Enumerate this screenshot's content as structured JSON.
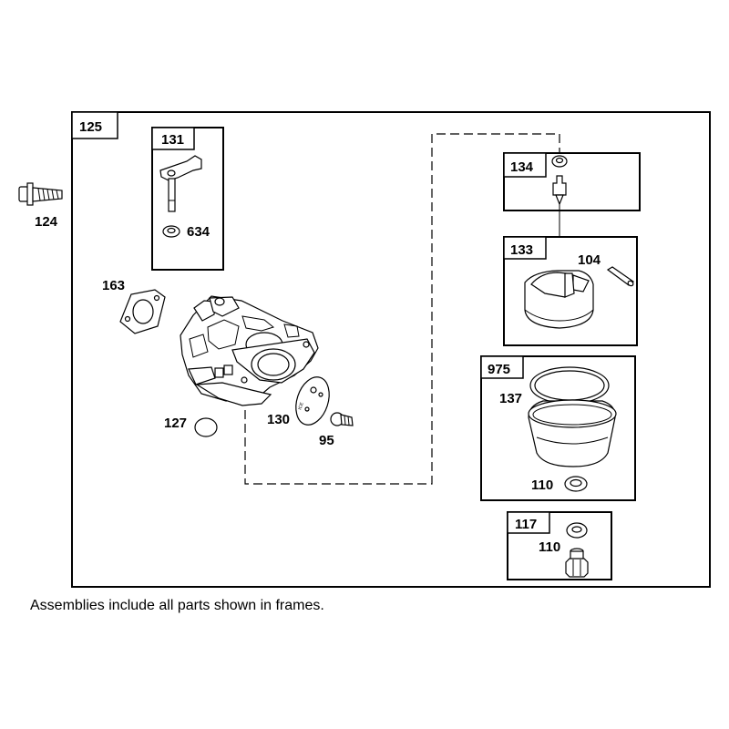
{
  "labels": {
    "main_assembly": "125",
    "bolt": "124",
    "choke_assembly": "131",
    "choke_seal": "634",
    "gasket": "163",
    "plug": "127",
    "throttle_plate": "130",
    "screw": "95",
    "needle_assembly": "134",
    "float_assembly": "133",
    "float_pin": "104",
    "bowl_assembly": "975",
    "bowl_gasket": "137",
    "bowl_washer": "110",
    "nut_assembly": "117",
    "nut_washer": "110"
  },
  "caption": "Assemblies include all parts shown in frames."
}
